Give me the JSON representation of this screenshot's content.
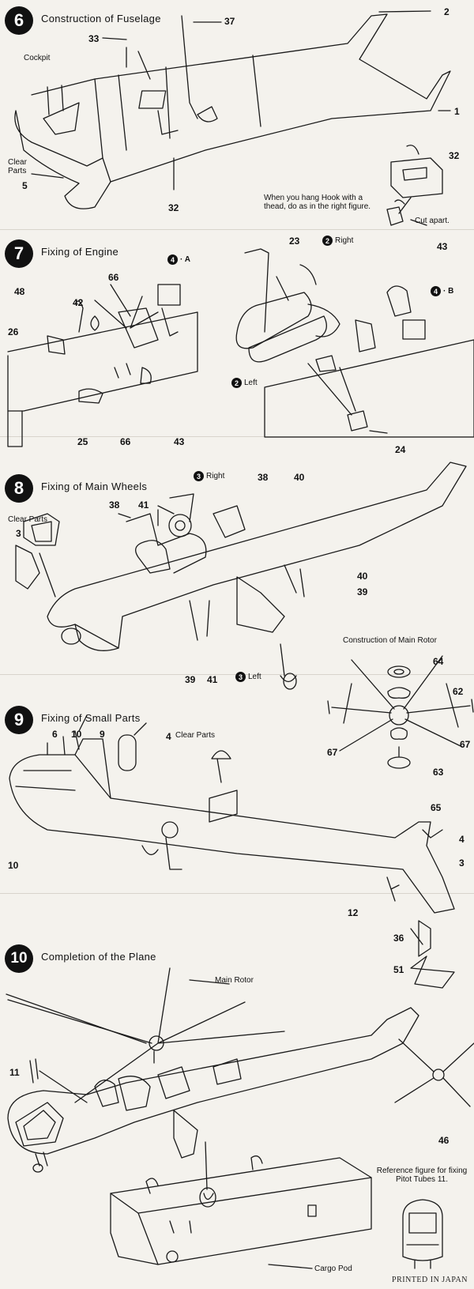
{
  "steps": [
    {
      "number": "6",
      "title": "Construction of Fuselage"
    },
    {
      "number": "7",
      "title": "Fixing of Engine"
    },
    {
      "number": "8",
      "title": "Fixing of Main Wheels"
    },
    {
      "number": "9",
      "title": "Fixing of Small Parts"
    },
    {
      "number": "10",
      "title": "Completion of the Plane"
    }
  ],
  "step6": {
    "cockpit": "Cockpit",
    "clear_parts": "Clear\nParts",
    "hook_note": "When you hang Hook with a thead, do as in the right figure.",
    "cut_apart": "Cut apart.",
    "parts": [
      "37",
      "2",
      "33",
      "1",
      "5",
      "32",
      "32",
      "43"
    ]
  },
  "step7": {
    "variant_a": "A",
    "variant_b": "B",
    "variant_num": "4",
    "right": "Right",
    "left": "Left",
    "side_num": "2",
    "parts": [
      "48",
      "42",
      "66",
      "26",
      "25",
      "66",
      "43",
      "23",
      "24"
    ]
  },
  "step8": {
    "right": "Right",
    "left": "Left",
    "side_num": "3",
    "clear_parts": "Clear Parts",
    "rotor_title": "Construction of Main Rotor",
    "parts": [
      "38",
      "40",
      "38",
      "41",
      "3",
      "40",
      "39",
      "39",
      "41",
      "64",
      "62",
      "67",
      "67",
      "63",
      "65"
    ]
  },
  "step9": {
    "clear_parts": "Clear Parts",
    "parts": [
      "6",
      "10",
      "9",
      "4",
      "10",
      "4",
      "3",
      "12",
      "36",
      "51"
    ]
  },
  "step10": {
    "main_rotor": "Main Rotor",
    "reference": "Reference figure for fixing Pitot Tubes 11.",
    "cargo_pod": "Cargo Pod",
    "parts": [
      "11",
      "46"
    ]
  },
  "footer": {
    "printed": "PRINTED IN JAPAN"
  },
  "colors": {
    "ink": "#111111",
    "paper": "#f4f2ed"
  }
}
